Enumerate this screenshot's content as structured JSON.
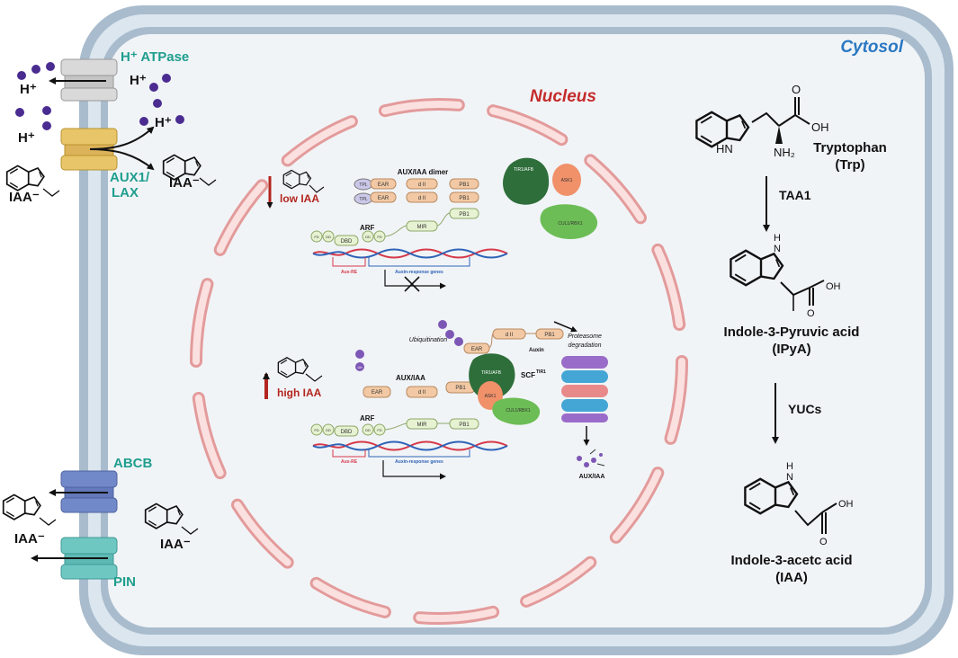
{
  "compartments": {
    "cytosol": "Cytosol",
    "nucleus": "Nucleus"
  },
  "membrane": {
    "h_atpase": "H⁺ ATPase",
    "aux1_lax_line1": "AUX1/",
    "aux1_lax_line2": "LAX",
    "abcb": "ABCB",
    "pin": "PIN",
    "h_plus": "H⁺",
    "iaa_minus": "IAA⁻"
  },
  "pathway": {
    "tryptophan": "Tryptophan",
    "trp": "(Trp)",
    "taa1": "TAA1",
    "ipya_name": "Indole-3-Pyruvic acid",
    "ipya_abbr": "(IPyA)",
    "yucs": "YUCs",
    "iaa_name": "Indole-3-acetc acid",
    "iaa_abbr": "(IAA)",
    "oh": "OH",
    "nh2": "NH₂",
    "o": "O",
    "hn": "HN",
    "h": "H",
    "n": "N"
  },
  "low_state": {
    "low_iaa": "low IAA",
    "aux_iaa_dimer": "AUX/IAA dimer",
    "tpl": "TPL",
    "ear": "EAR",
    "dii": "d II",
    "pb1": "PB1",
    "arf": "ARF",
    "mir": "MIR",
    "fd": "FD",
    "dd": "DD",
    "dbd": "DBD",
    "aux_re": "Aux-RE",
    "aux_response_genes": "Auxin-response genes",
    "tir1_afb": "TIR1/AFB",
    "ask1": "ASK1",
    "cul1_rbx1": "CUL1/RBX1"
  },
  "high_state": {
    "high_iaa": "high IAA",
    "aux_iaa": "AUX/IAA",
    "ubiquitination": "Ubiquitination",
    "ub": "Ub",
    "auxin": "Auxin",
    "scf": "SCF",
    "scf_sup": "TIR1",
    "proteasome": "Proteasome",
    "degradation": "degradation",
    "aux_iaa_fragments": "AUX/IAA"
  },
  "colors": {
    "membrane_outer": "#a9bccd",
    "membrane_inner": "#dbe6ef",
    "cytosol_fill": "#f1f4f7",
    "nuclear_envelope": "#f6c7c7",
    "nuclear_stroke": "#e39b9b",
    "teal_label": "#1f9e8e",
    "nucleus_label": "#c52b2b",
    "cytosol_label": "#2a78c2",
    "dark_red_arrow": "#b3261e"
  }
}
